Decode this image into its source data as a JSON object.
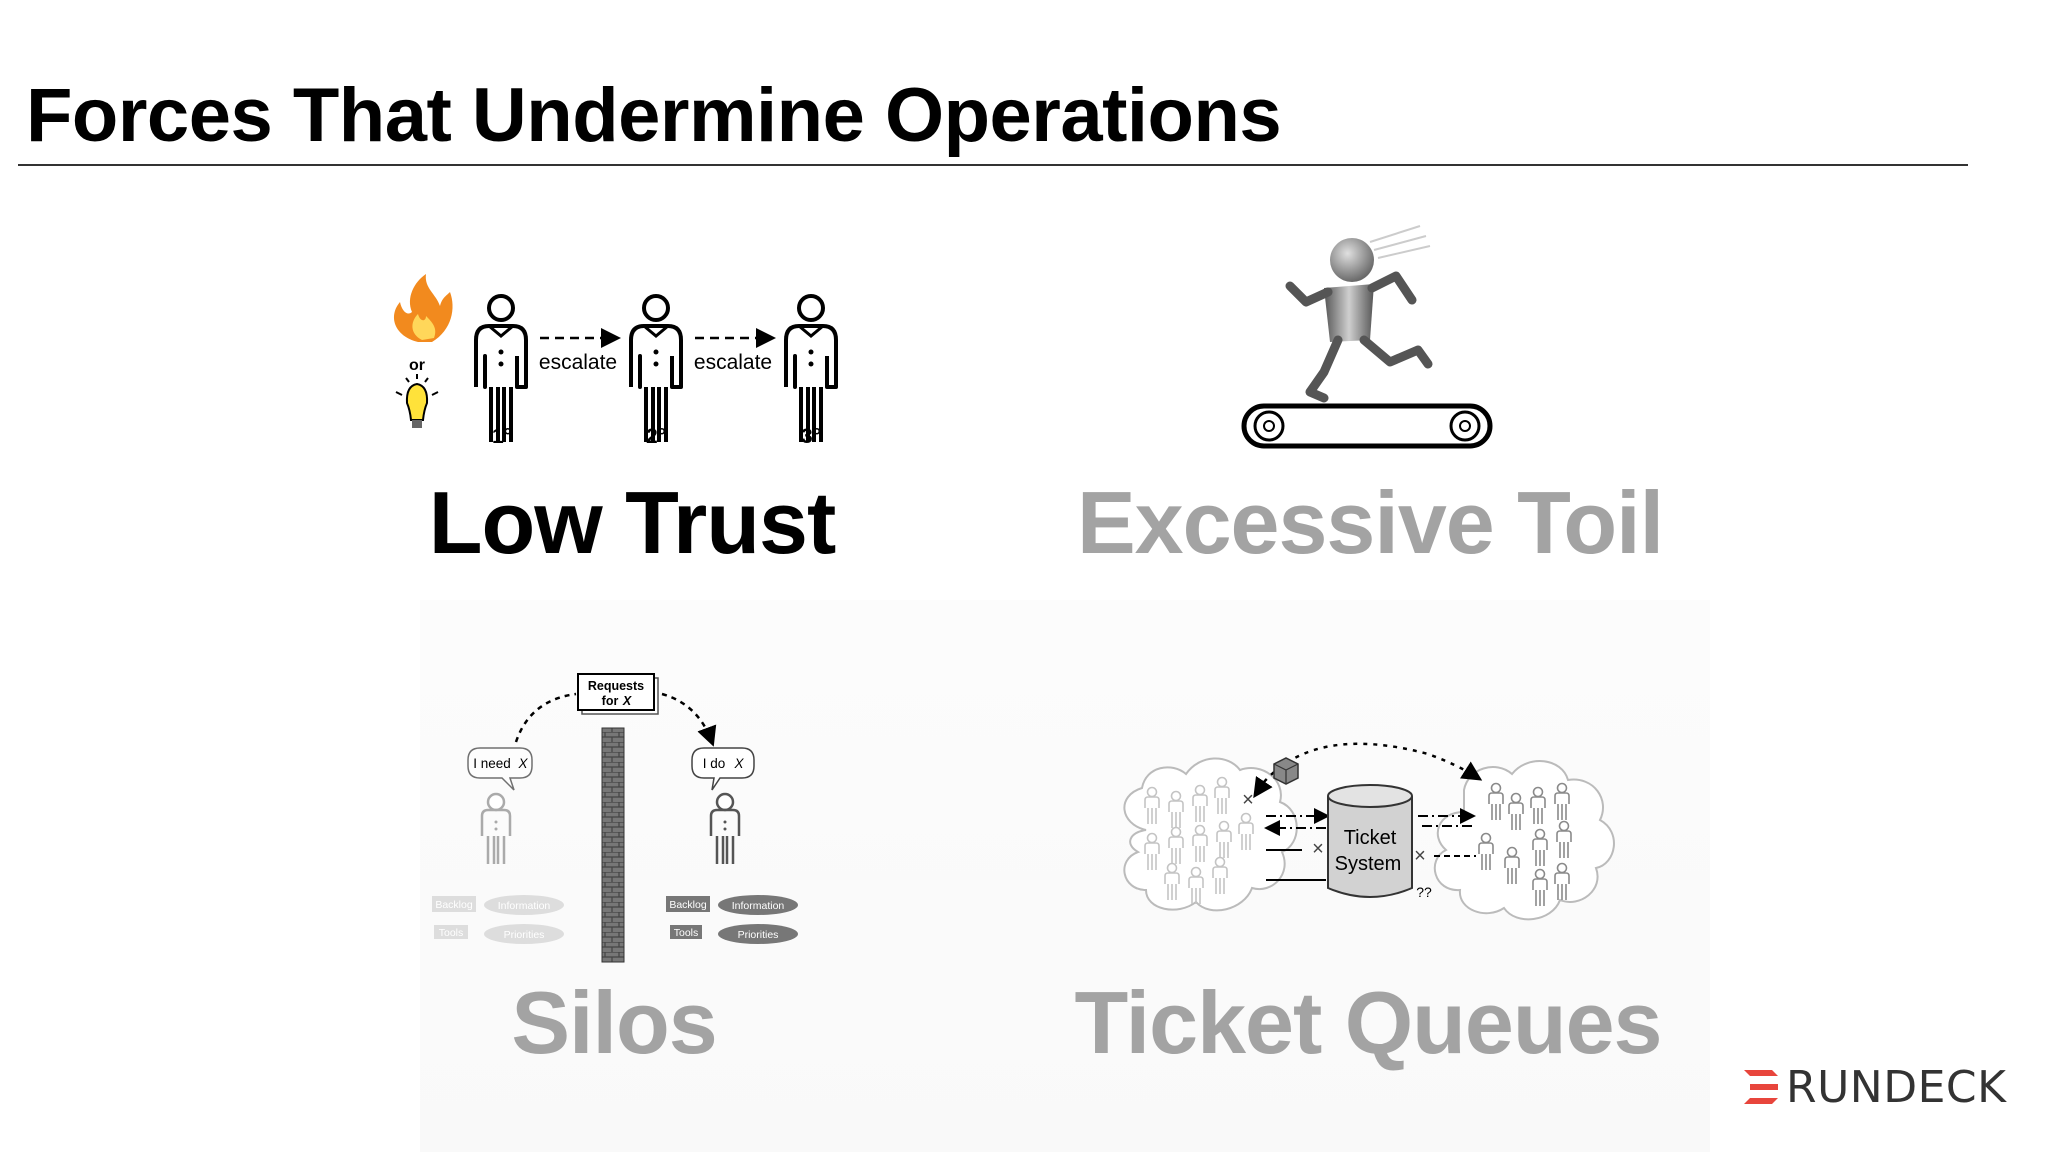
{
  "slide": {
    "title": "Forces That Undermine Operations",
    "quadrants": [
      {
        "caption": "Low Trust",
        "state": "active"
      },
      {
        "caption": "Excessive Toil",
        "state": "dimmed"
      },
      {
        "caption": "Silos",
        "state": "dimmed"
      },
      {
        "caption": "Ticket Queues",
        "state": "dimmed"
      }
    ]
  },
  "low_trust": {
    "or_label": "or",
    "escalate_1": "escalate",
    "escalate_2": "escalate",
    "level_1": "1°",
    "level_2": "2°",
    "level_3": "3°",
    "icons": [
      "flame-icon",
      "lightbulb-icon",
      "person-icon"
    ]
  },
  "silos": {
    "requests_line1": "Requests",
    "requests_line2": "for",
    "requests_var": "X",
    "need_text": "I need",
    "do_text": "I do",
    "var": "X",
    "backlog": "Backlog",
    "tools": "Tools",
    "information": "Information",
    "priorities": "Priorities"
  },
  "ticket": {
    "line1": "Ticket",
    "line2": "System",
    "unknown": "??"
  },
  "brand": {
    "name": "RUNDECK",
    "accent": "#e8453c"
  },
  "colors": {
    "active_caption": "#000000",
    "dimmed_caption": "#a3a3a3"
  }
}
